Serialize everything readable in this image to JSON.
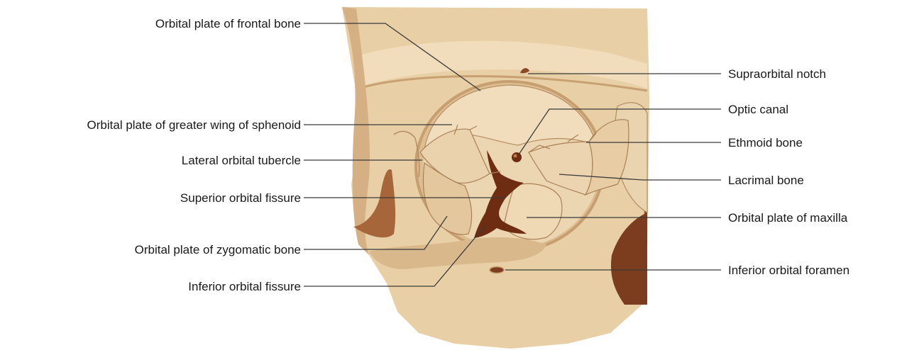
{
  "colors": {
    "bone_base": "#e8cfa6",
    "bone_light": "#f1dcbb",
    "bone_shadow": "#d4b084",
    "fissure_dark": "#6e2d12",
    "deep_shadow": "#8a4a28",
    "suture_line": "#a98158",
    "leader_line": "#3a3a3a"
  },
  "labels": {
    "left": {
      "orbital_plate_frontal": "Orbital plate of frontal bone",
      "orbital_plate_greater_wing_sphenoid": "Orbital plate of greater wing of sphenoid",
      "lateral_orbital_tubercle": "Lateral orbital tubercle",
      "superior_orbital_fissure": "Superior orbital fissure",
      "orbital_plate_zygomatic": "Orbital plate of zygomatic bone",
      "inferior_orbital_fissure": "Inferior orbital fissure"
    },
    "right": {
      "supraorbital_notch": "Supraorbital notch",
      "optic_canal": "Optic canal",
      "ethmoid_bone": "Ethmoid bone",
      "lacrimal_bone": "Lacrimal bone",
      "orbital_plate_maxilla": "Orbital plate of maxilla",
      "inferior_orbital_foramen": "Inferior orbital foramen"
    }
  }
}
